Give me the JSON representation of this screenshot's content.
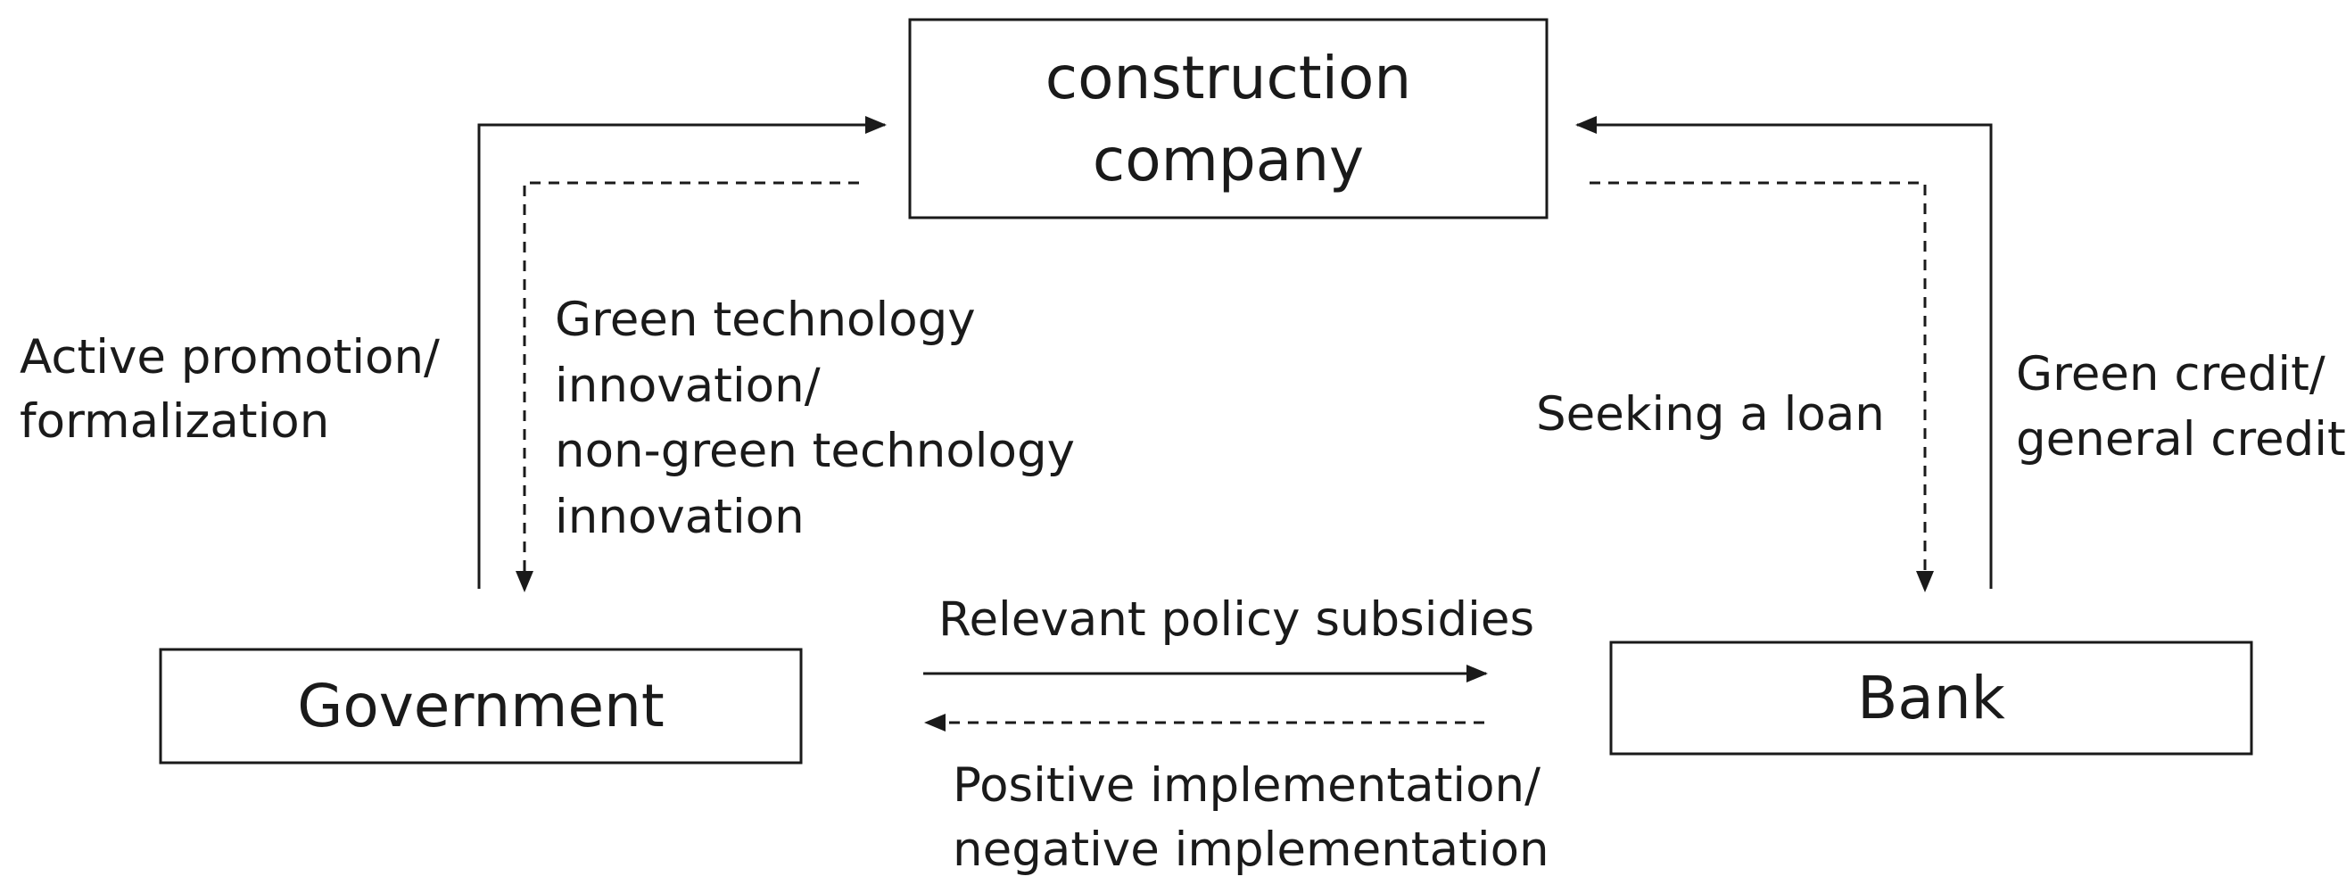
{
  "nodes": {
    "construction_company": {
      "line1": "construction",
      "line2": "company"
    },
    "government": {
      "label": "Government"
    },
    "bank": {
      "label": "Bank"
    }
  },
  "edges": {
    "government_to_company": {
      "style": "solid",
      "label_line1": "Active promotion/",
      "label_line2": "formalization"
    },
    "company_to_government": {
      "style": "dashed",
      "label_line1": "Green technology",
      "label_line2": "innovation/",
      "label_line3": "non-green technology",
      "label_line4": "innovation"
    },
    "company_to_bank": {
      "style": "dashed",
      "label": "Seeking a loan"
    },
    "bank_to_company": {
      "style": "solid",
      "label_line1": "Green credit/",
      "label_line2": "general credit"
    },
    "government_to_bank": {
      "style": "solid",
      "label": "Relevant policy subsidies"
    },
    "bank_to_government": {
      "style": "dashed",
      "label_line1": "Positive implementation/",
      "label_line2": "negative implementation"
    }
  },
  "colors": {
    "stroke": "#1a1a1a",
    "background": "#ffffff"
  }
}
